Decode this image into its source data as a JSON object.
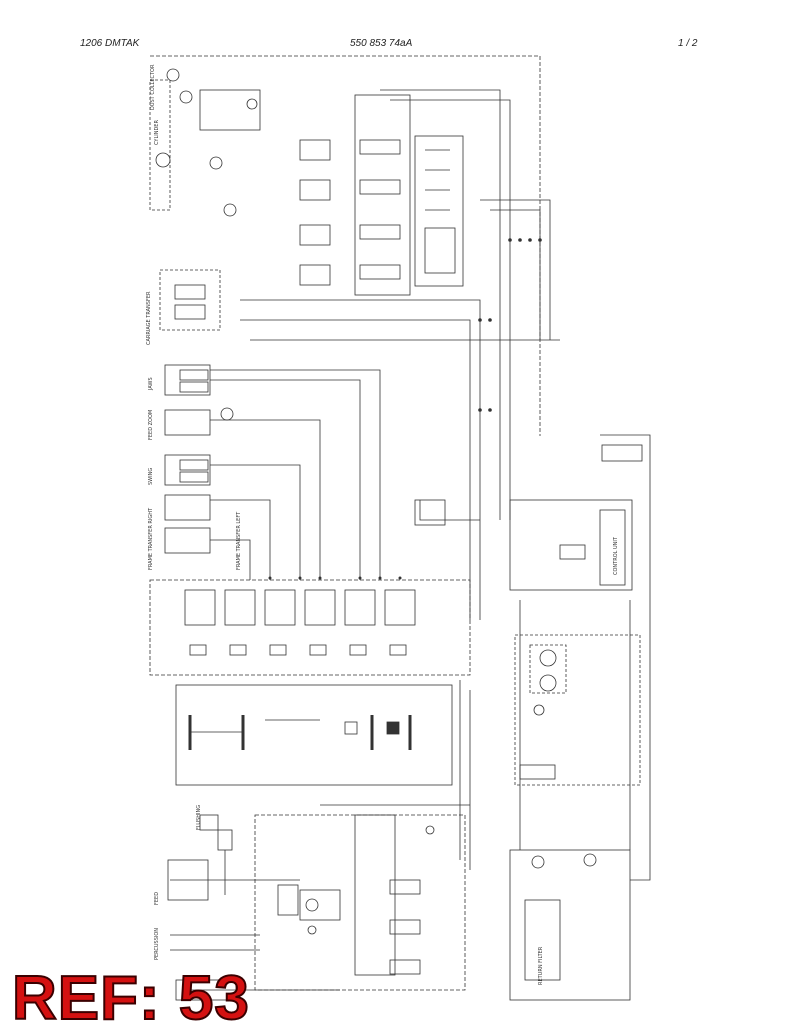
{
  "header": {
    "left": "1206 DMTAK",
    "center": "550 853 74aA",
    "right": "1 /   2"
  },
  "stamp": "REF: 53",
  "labels": {
    "dust_collector": "DUST COLLECTOR",
    "cylinder": "CYLINDER",
    "carriage_transfer": "CARRIAGE TRANSFER",
    "jaws": "JAWS",
    "feed_zoom": "FEED ZOOM",
    "swing": "SWING",
    "frame_transfer_right": "FRAME TRANSFER RIGHT",
    "frame_transfer_left": "FRAME TRANSFER LEFT",
    "control_unit": "CONTROL UNIT",
    "return_filter": "RETURN FILTER",
    "feed": "FEED",
    "percussion": "PERCUSSION",
    "flushing": "FLUSHING"
  },
  "colors": {
    "line": "#333333",
    "stamp": "#d41111"
  }
}
